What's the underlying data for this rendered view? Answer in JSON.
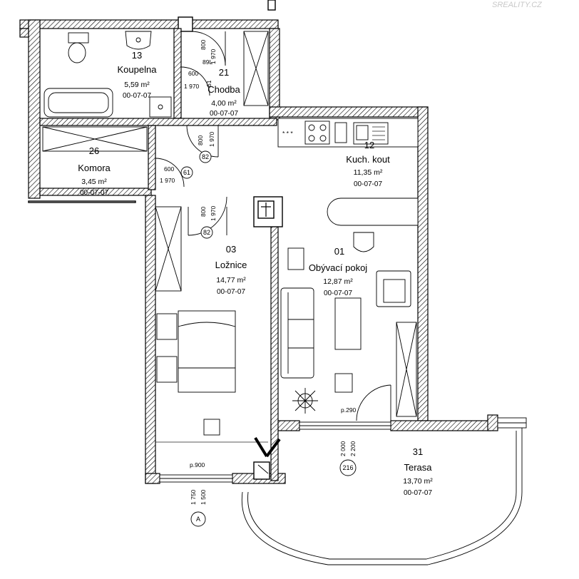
{
  "watermark": "SREALITY.CZ",
  "rooms": [
    {
      "id": "koupelna",
      "number": "13",
      "name": "Koupelna",
      "area": "5,59 m²",
      "code": "00-07-07"
    },
    {
      "id": "chodba",
      "number": "21",
      "name": "Chodba",
      "area": "4,00 m²",
      "code": "00-07-07"
    },
    {
      "id": "komora",
      "number": "26",
      "name": "Komora",
      "area": "3,45 m²",
      "code": "00-07-07"
    },
    {
      "id": "kuch",
      "number": "12",
      "name": "Kuch. kout",
      "area": "11,35 m²",
      "code": "00-07-07"
    },
    {
      "id": "loznice",
      "number": "03",
      "name": "Ložnice",
      "area": "14,77 m²",
      "code": "00-07-07"
    },
    {
      "id": "obyvaci",
      "number": "01",
      "name": "Obývací pokoj",
      "area": "12,87 m²",
      "code": "00-07-07"
    },
    {
      "id": "terasa",
      "number": "31",
      "name": "Terasa",
      "area": "13,70 m²",
      "code": "00-07-07"
    }
  ],
  "doors": [
    {
      "id": "d-koupelna",
      "width": "800",
      "height": "1 970",
      "tag": "89L"
    },
    {
      "id": "d-chodba-bath",
      "width": "600",
      "height": "1 970",
      "tag": "61"
    },
    {
      "id": "d-kuch",
      "width": "800",
      "height": "1 970",
      "tag": "82"
    },
    {
      "id": "d-komora",
      "width": "600",
      "height": "1 970",
      "tag": "61"
    },
    {
      "id": "d-loznice",
      "width": "800",
      "height": "1 970",
      "tag": "82"
    }
  ],
  "openings": {
    "terrace_door": {
      "width": "2 000",
      "height": "2 200",
      "tag": "216",
      "sill": "p.290"
    },
    "bedroom_window": {
      "width": "1 750",
      "height": "1 500",
      "tag": "A",
      "sill": "p.900"
    }
  },
  "stove_marks": "* * *"
}
